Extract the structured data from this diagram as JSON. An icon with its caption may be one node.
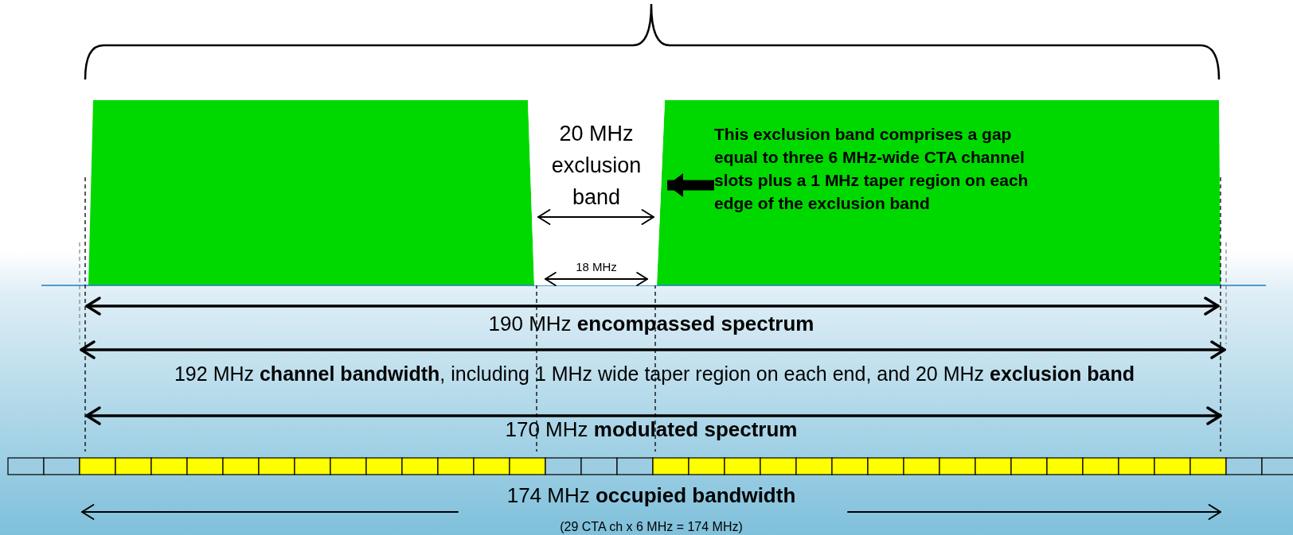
{
  "diagram": {
    "nodes": [
      {
        "text": [
          "20 MHz exclusion band"
        ]
      },
      {
        "text": [
          "This exclusion band comprises a gap equal to three 6 MHz-wide CTA channel slots plus a 1 MHz taper region on each edge of the exclusion band"
        ]
      }
    ],
    "edges": [
      {
        "from": 1,
        "to": 0,
        "arrow": "to"
      }
    ],
    "labels": [
      "18 MHz",
      "190 MHz **encompassed spectrum**",
      "192 MHz **channel bandwidth**, including 1 MHz wide taper region on each end, and 20 MHz **exclusion band**",
      "170 MHz **modulated spectrum**",
      "174 MHz **occupied bandwidth**",
      "(29 CTA ch x 6 MHz = 174 MHz)"
    ]
  }
}
